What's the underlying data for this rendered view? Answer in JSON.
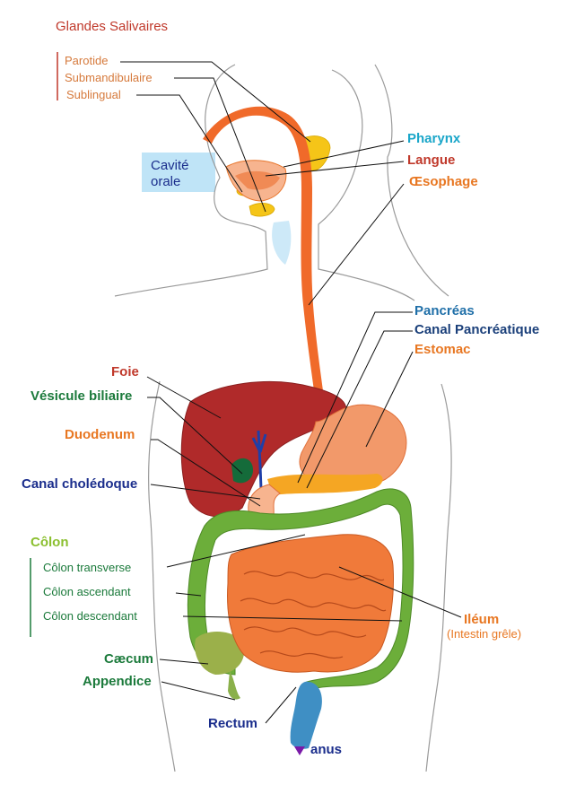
{
  "colors": {
    "red_heading": "#c0392b",
    "orange": "#e87722",
    "orange_sub": "#d67a3c",
    "cyan": "#1aa6c9",
    "dark_green": "#1b7a3b",
    "navy": "#1a2d8c",
    "teal_blue": "#1f6fa8",
    "lime": "#8bbf2f",
    "liver": "#b02a2a",
    "esophagus": "#f06a2a",
    "stomach": "#f2996a",
    "colon": "#6cae3a",
    "intestine": "#f07a3a",
    "gland": "#f5c518",
    "bile": "#1f3fa8"
  },
  "labels": {
    "glandes_salivaires": "Glandes Salivaires",
    "parotide": "Parotide",
    "submandibulaire": "Submandibulaire",
    "sublingual": "Sublingual",
    "cavite": "Cavité",
    "orale": "orale",
    "pharynx": "Pharynx",
    "langue": "Langue",
    "oesophage": "Œsophage",
    "pancreas": "Pancréas",
    "canal_pancreatique": "Canal Pancréatique",
    "estomac": "Estomac",
    "foie": "Foie",
    "vesicule_biliaire": "Vésicule biliaire",
    "duodenum": "Duodenum",
    "canal_choledoque": "Canal cholédoque",
    "colon": "Côlon",
    "colon_transverse": "Côlon transverse",
    "colon_ascendant": "Côlon ascendant",
    "colon_descendant": "Côlon descendant",
    "ileum": "Iléum",
    "intestin_grele": "(Intestin grêle)",
    "caecum": "Cæcum",
    "appendice": "Appendice",
    "rectum": "Rectum",
    "anus": "anus"
  }
}
